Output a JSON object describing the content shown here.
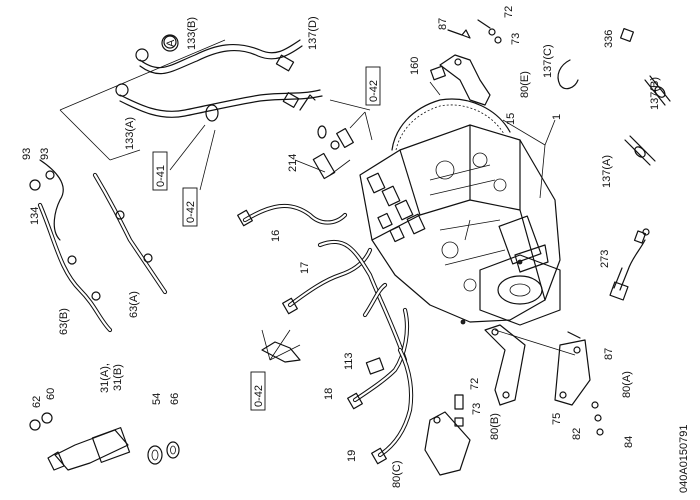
{
  "labels": {
    "l_133B": "133(B)",
    "l_137D": "137(D)",
    "l_A": "A",
    "l_133A": "133(A)",
    "l_0_41": "0-41",
    "l_0_42_top": "0-42",
    "l_0_42_mid": "0-42",
    "l_0_42_bot": "0-42",
    "l_93a": "93",
    "l_93b": "93",
    "l_134": "134",
    "l_63B": "63(B)",
    "l_63A": "63(A)",
    "l_214": "214",
    "l_16": "16",
    "l_17": "17",
    "l_160": "160",
    "l_87_top": "87",
    "l_72_top": "72",
    "l_73_top": "73",
    "l_80E": "80(E)",
    "l_137C": "137(C)",
    "l_336": "336",
    "l_137B": "137(B)",
    "l_137A": "137(A)",
    "l_15": "15",
    "l_1": "1",
    "l_273": "273",
    "l_62": "62",
    "l_60": "60",
    "l_31A": "31(A),",
    "l_31B": "31(B)",
    "l_54": "54",
    "l_66": "66",
    "l_113": "113",
    "l_18": "18",
    "l_19": "19",
    "l_80C": "80(C)",
    "l_72_bot": "72",
    "l_73_bot": "73",
    "l_80B": "80(B)",
    "l_75": "75",
    "l_82": "82",
    "l_84": "84",
    "l_87_bot": "87",
    "l_80A": "80(A)",
    "code": "040A0150791"
  }
}
